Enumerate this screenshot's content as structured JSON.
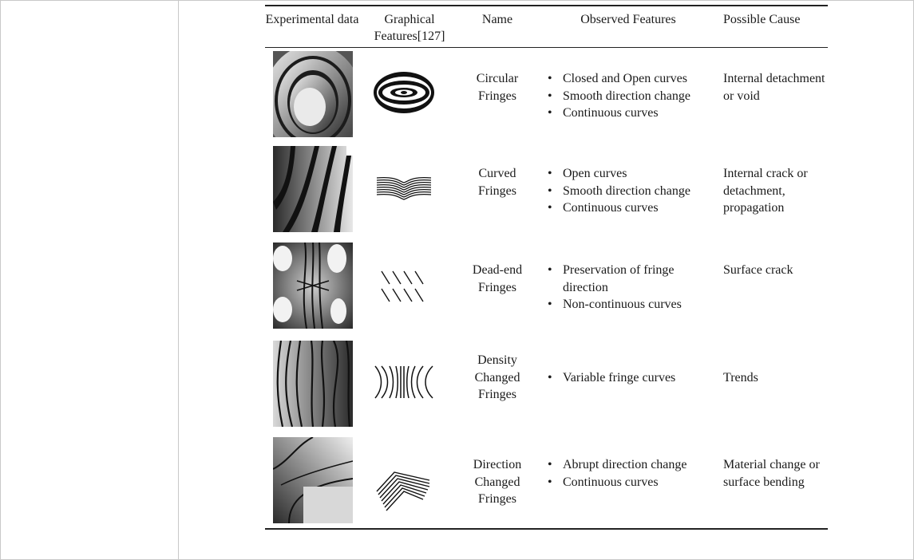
{
  "table": {
    "headers": {
      "experimental": "Experimental data",
      "graphical": "Graphical Features[127]",
      "name": "Name",
      "observed": "Observed Features",
      "cause": "Possible Cause"
    },
    "rows": [
      {
        "name": "Circular Fringes",
        "features": [
          "Closed and Open curves",
          "Smooth direction change",
          "Continuous curves"
        ],
        "cause": "Internal detachment or void"
      },
      {
        "name": "Curved Fringes",
        "features": [
          "Open curves",
          "Smooth direction change",
          "Continuous curves"
        ],
        "cause": "Internal crack or detachment, propagation"
      },
      {
        "name": "Dead-end Fringes",
        "features": [
          "Preservation of fringe direction",
          "Non-continuous curves"
        ],
        "cause": "Surface crack"
      },
      {
        "name": "Density Changed Fringes",
        "features": [
          "Variable fringe curves"
        ],
        "cause": "Trends"
      },
      {
        "name": "Direction Changed Fringes",
        "features": [
          "Abrupt direction change",
          "Continuous curves"
        ],
        "cause": "Material change or surface bending"
      }
    ]
  }
}
